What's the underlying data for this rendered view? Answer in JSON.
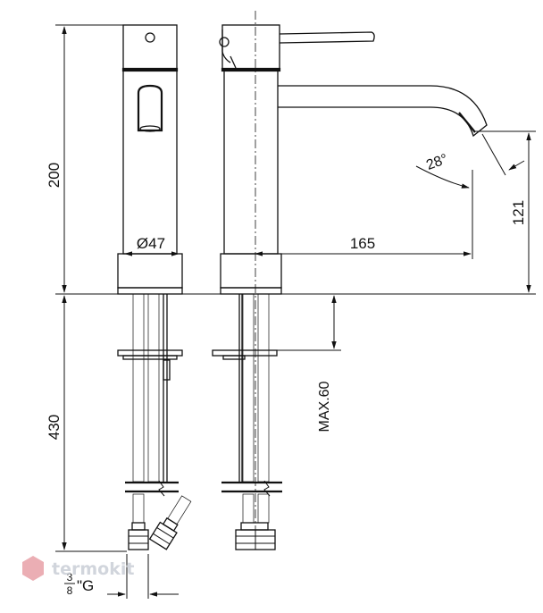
{
  "dimensions": {
    "spout_height": "200",
    "hose_length": "430",
    "diameter": "Ø47",
    "reach": "165",
    "outlet_height": "121",
    "angle": "28°",
    "max_deck": "MAX.60",
    "thread_main": "G",
    "thread_num": "3",
    "thread_den": "8"
  },
  "watermark": {
    "text": "termokit",
    "color": "#c9ced6",
    "logo_color": "#e8a0a8"
  }
}
